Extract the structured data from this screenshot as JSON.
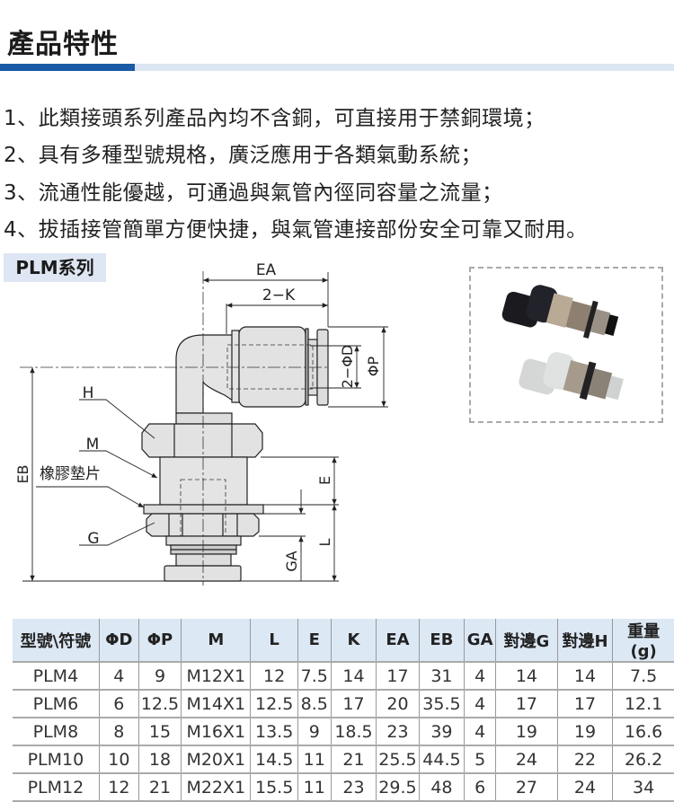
{
  "header": {
    "title": "產品特性",
    "accent_color": "#1a5aa6",
    "accent_light": "#dce6f2"
  },
  "features": [
    "1、此類接頭系列產品內均不含銅，可直接用于禁銅環境；",
    "2、具有多種型號規格，廣泛應用于各類氣動系統；",
    "3、流通性能優越，可通過與氣管內徑同容量之流量；",
    "4、拔插接管簡單方便快捷，與氣管連接部份安全可靠又耐用。"
  ],
  "series_label": "PLM系列",
  "diagram": {
    "labels": {
      "ea": "EA",
      "k": "2−K",
      "d": "2−ΦD",
      "p": "ΦP",
      "h": "H",
      "m": "M",
      "gasket": "橡膠墊片",
      "g": "G",
      "eb": "EB",
      "e": "E",
      "l": "L",
      "ga": "GA"
    }
  },
  "table": {
    "headers": [
      "型號\\符號",
      "ΦD",
      "ΦP",
      "M",
      "L",
      "E",
      "K",
      "EA",
      "EB",
      "GA",
      "對邊G",
      "對邊H",
      "重量(g)"
    ],
    "rows": [
      [
        "PLM4",
        "4",
        "9",
        "M12X1",
        "12",
        "7.5",
        "14",
        "17",
        "31",
        "4",
        "14",
        "14",
        "7.5"
      ],
      [
        "PLM6",
        "6",
        "12.5",
        "M14X1",
        "12.5",
        "8.5",
        "17",
        "20",
        "35.5",
        "4",
        "17",
        "17",
        "12.1"
      ],
      [
        "PLM8",
        "8",
        "15",
        "M16X1",
        "13.5",
        "9",
        "18.5",
        "23",
        "39",
        "4",
        "19",
        "19",
        "16.6"
      ],
      [
        "PLM10",
        "10",
        "18",
        "M20X1",
        "14.5",
        "11",
        "21",
        "25.5",
        "44.5",
        "5",
        "24",
        "22",
        "26.2"
      ],
      [
        "PLM12",
        "12",
        "21",
        "M22X1",
        "15.5",
        "11",
        "23",
        "29.5",
        "48",
        "6",
        "27",
        "24",
        "34"
      ]
    ]
  }
}
